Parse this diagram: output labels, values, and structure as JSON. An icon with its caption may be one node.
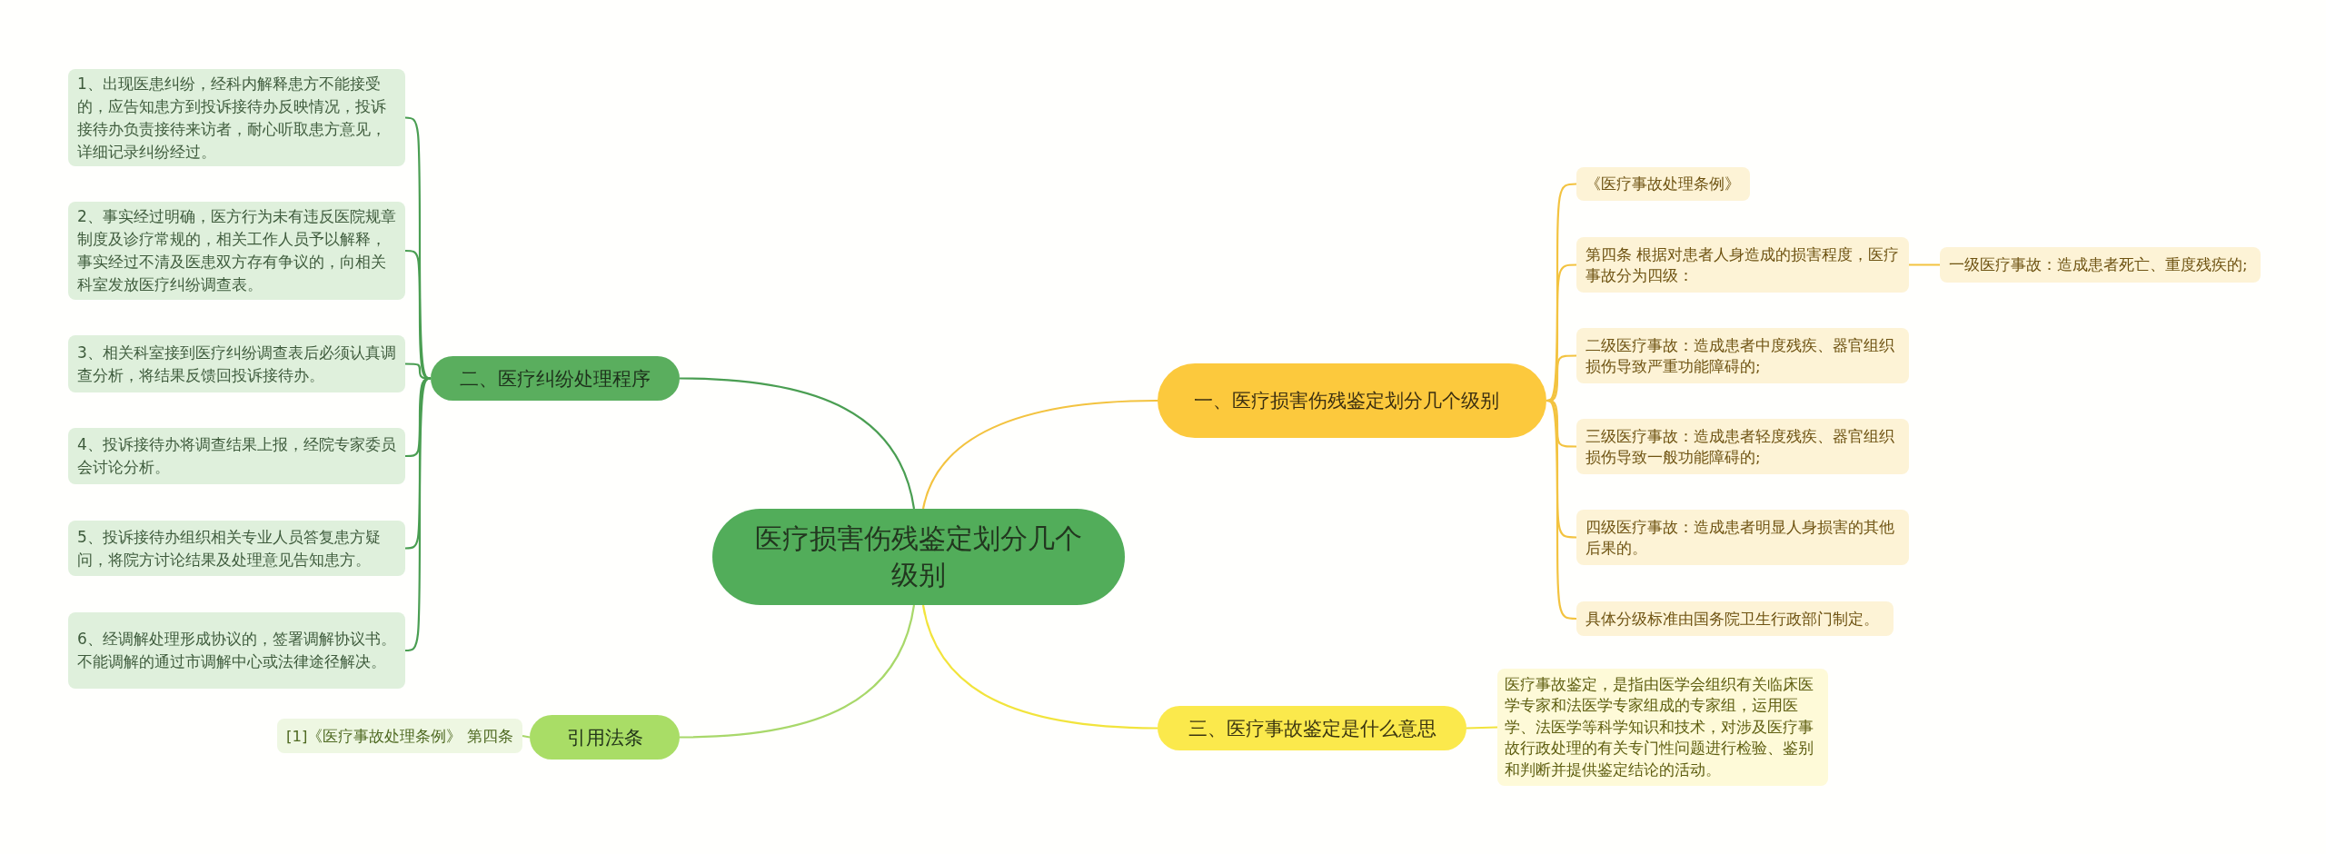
{
  "diagram": {
    "nodes": [
      {
        "text": [
          "医疗损害伤残鉴定划分几个级别"
        ]
      },
      {
        "text": [
          "一、医疗损害伤残鉴定划分几个级别"
        ]
      },
      {
        "text": [
          "《医疗事故处理条例》"
        ]
      },
      {
        "text": [
          "第四条 根据对患者人身造成的损害程度，医疗事故分为四级："
        ]
      },
      {
        "text": [
          "一级医疗事故：造成患者死亡、重度残疾的;"
        ]
      },
      {
        "text": [
          "二级医疗事故：造成患者中度残疾、器官组织损伤导致严重功能障碍的;"
        ]
      },
      {
        "text": [
          "三级医疗事故：造成患者轻度残疾、器官组织损伤导致一般功能障碍的;"
        ]
      },
      {
        "text": [
          "四级医疗事故：造成患者明显人身损害的其他后果的。"
        ]
      },
      {
        "text": [
          "具体分级标准由国务院卫生行政部门制定。"
        ]
      },
      {
        "text": [
          "二、医疗纠纷处理程序"
        ]
      },
      {
        "text": [
          "1、出现医患纠纷，经科内解释患方不能接受的，应告知患方到投诉接待办反映情况，投诉接待办负责接待来访者，耐心听取患方意见，详细记录纠纷经过。"
        ]
      },
      {
        "text": [
          "2、事实经过明确，医方行为未有违反医院规章制度及诊疗常规的，相关工作人员予以解释，事实经过不清及医患双方存有争议的，向相关科室发放医疗纠纷调查表。"
        ]
      },
      {
        "text": [
          "3、相关科室接到医疗纠纷调查表后必须认真调查分析，将结果反馈回投诉接待办。"
        ]
      },
      {
        "text": [
          "4、投诉接待办将调查结果上报，经院专家委员会讨论分析。"
        ]
      },
      {
        "text": [
          "5、投诉接待办组织相关专业人员答复患方疑问，将院方讨论结果及处理意见告知患方。"
        ]
      },
      {
        "text": [
          "6、经调解处理形成协议的，签署调解协议书。不能调解的通过市调解中心或法律途径解决。"
        ]
      },
      {
        "text": [
          "三、医疗事故鉴定是什么意思"
        ]
      },
      {
        "text": [
          "医疗事故鉴定，是指由医学会组织有关临床医学专家和法医学专家组成的专家组，运用医学、法医学等科学知识和技术，对涉及医疗事故行政处理的有关专门性问题进行检验、鉴别和判断并提供鉴定结论的活动。"
        ]
      },
      {
        "text": [
          "引用法条"
        ]
      },
      {
        "text": [
          "[1]《医疗事故处理条例》 第四条"
        ]
      }
    ],
    "edges": [
      {
        "from": 0,
        "to": 1,
        "arrow": "none"
      },
      {
        "from": 1,
        "to": 2,
        "arrow": "none"
      },
      {
        "from": 1,
        "to": 3,
        "arrow": "none"
      },
      {
        "from": 3,
        "to": 4,
        "arrow": "none"
      },
      {
        "from": 1,
        "to": 5,
        "arrow": "none"
      },
      {
        "from": 1,
        "to": 6,
        "arrow": "none"
      },
      {
        "from": 1,
        "to": 7,
        "arrow": "none"
      },
      {
        "from": 1,
        "to": 8,
        "arrow": "none"
      },
      {
        "from": 0,
        "to": 9,
        "arrow": "none",
        "color": "#4a9e52"
      },
      {
        "from": 9,
        "to": 10,
        "arrow": "none",
        "color": "#4a9e52"
      },
      {
        "from": 9,
        "to": 11,
        "arrow": "none",
        "color": "#4a9e52"
      },
      {
        "from": 9,
        "to": 12,
        "arrow": "none",
        "color": "#4a9e52"
      },
      {
        "from": 9,
        "to": 13,
        "arrow": "none",
        "color": "#4a9e52"
      },
      {
        "from": 9,
        "to": 14,
        "arrow": "none",
        "color": "#4a9e52"
      },
      {
        "from": 9,
        "to": 15,
        "arrow": "none",
        "color": "#4a9e52"
      },
      {
        "from": 0,
        "to": 16,
        "arrow": "none",
        "color": "#f2e43c"
      },
      {
        "from": 16,
        "to": 17,
        "arrow": "none",
        "color": "#f2e43c"
      },
      {
        "from": 0,
        "to": 18,
        "arrow": "none",
        "color": "#a8d86a"
      },
      {
        "from": 18,
        "to": 19,
        "arrow": "none",
        "color": "#a8d86a"
      }
    ]
  }
}
